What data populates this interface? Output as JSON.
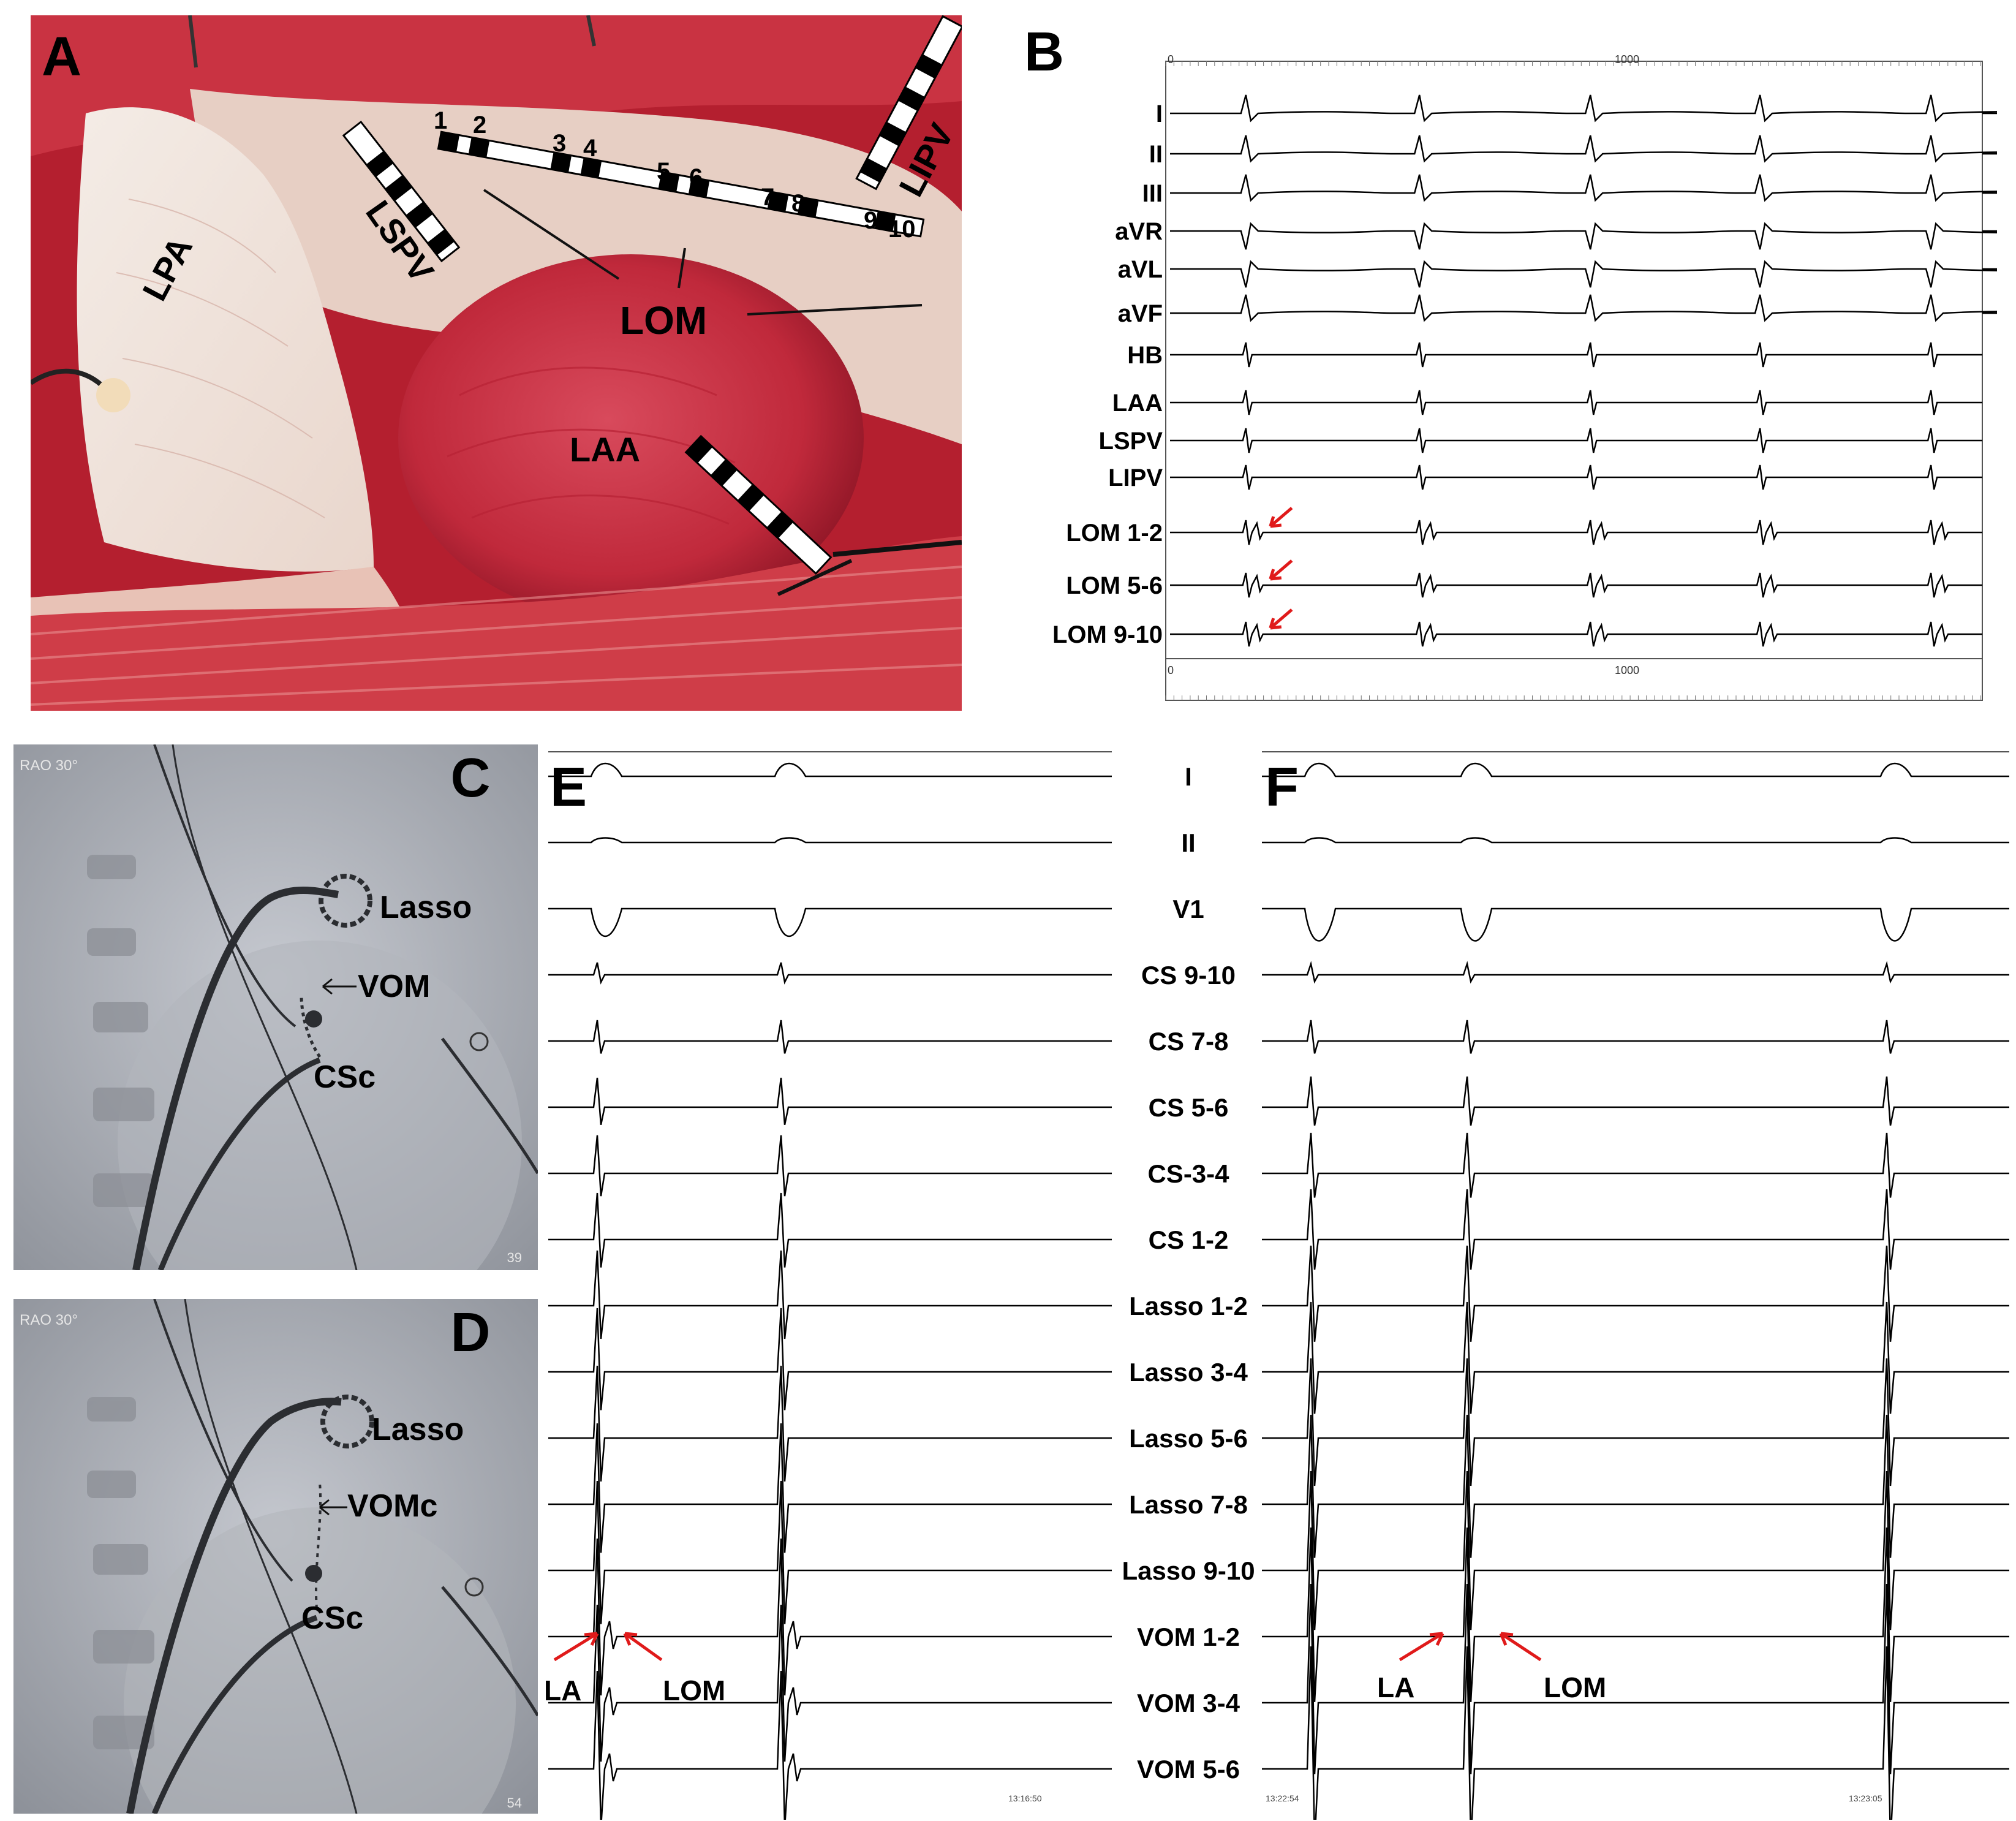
{
  "panel_letters": {
    "a": "A",
    "b": "B",
    "c": "C",
    "d": "D",
    "e": "E",
    "f": "F"
  },
  "panel_a": {
    "labels": {
      "lpa": "LPA",
      "lspv": "LSPV",
      "lipv": "LIPV",
      "lom": "LOM",
      "laa": "LAA"
    },
    "electrode_numbers": [
      "1",
      "2",
      "3",
      "4",
      "5",
      "6",
      "7",
      "8",
      "9",
      "10"
    ],
    "colors": {
      "tissue": "#c8283a",
      "fat": "#ead8cc",
      "pale": "#f3ebe6"
    }
  },
  "panel_b": {
    "tick_top": "0",
    "tick_top_1000": "1000",
    "tick_bottom": "0",
    "tick_bottom_1000": "1000",
    "channels": [
      "I",
      "II",
      "III",
      "aVR",
      "aVL",
      "aVF",
      "HB",
      "LAA",
      "LSPV",
      "LIPV",
      "LOM 1-2",
      "LOM 5-6",
      "LOM 9-10"
    ]
  },
  "panel_c": {
    "labels": {
      "lasso": "Lasso",
      "vom": "VOM",
      "csc": "CSc"
    },
    "corner_top": "RAO 30°",
    "corner_bottom": "39"
  },
  "panel_d": {
    "labels": {
      "lasso": "Lasso",
      "vomc": "VOMc",
      "csc": "CSc"
    },
    "corner_top": "RAO 30°",
    "corner_bottom": "54"
  },
  "panels_ef": {
    "channels": [
      "I",
      "II",
      "V1",
      "CS 9-10",
      "CS 7-8",
      "CS 5-6",
      "CS-3-4",
      "CS 1-2",
      "Lasso 1-2",
      "Lasso 3-4",
      "Lasso 5-6",
      "Lasso 7-8",
      "Lasso 9-10",
      "VOM 1-2",
      "VOM 3-4",
      "VOM 5-6"
    ],
    "e_annotations": {
      "la": "LA",
      "lom": "LOM",
      "time": "13:16:50"
    },
    "f_annotations": {
      "la": "LA",
      "lom": "LOM",
      "time_left": "13:22:54",
      "time_right": "13:23:05"
    },
    "arrow_color": "#e01a1a"
  }
}
